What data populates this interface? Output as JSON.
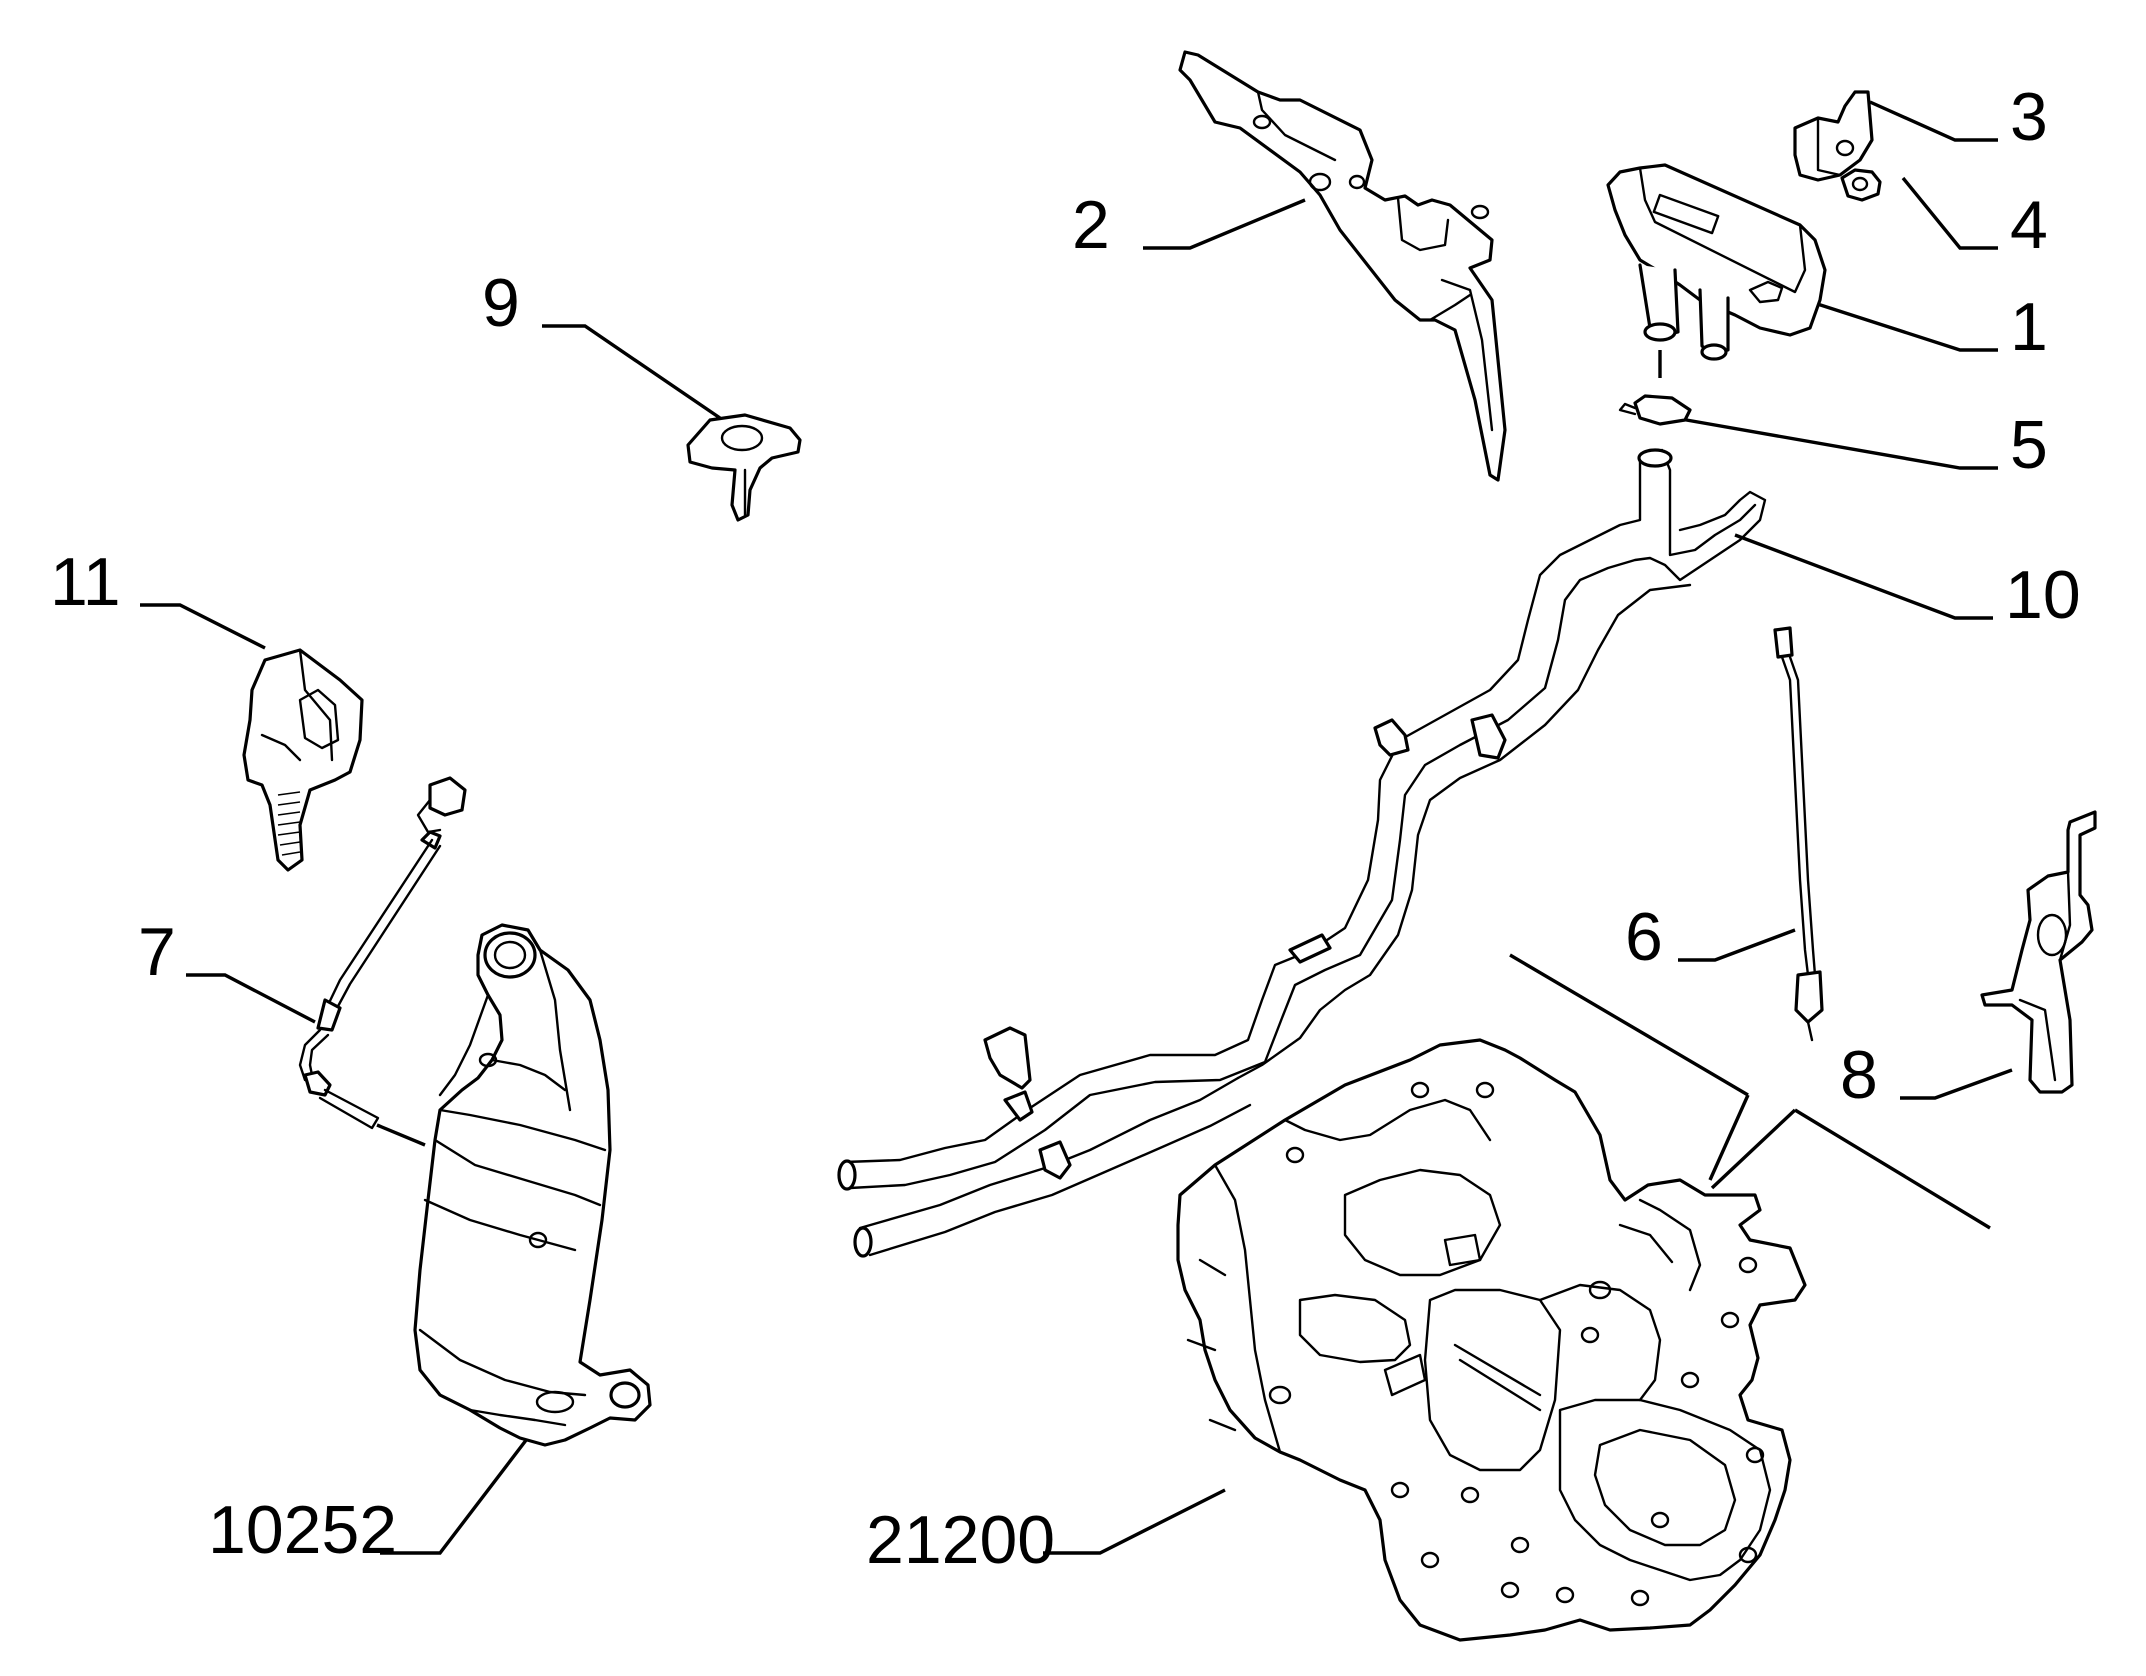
{
  "diagram": {
    "callouts": [
      {
        "id": "1",
        "text": "1"
      },
      {
        "id": "2",
        "text": "2"
      },
      {
        "id": "3",
        "text": "3"
      },
      {
        "id": "4",
        "text": "4"
      },
      {
        "id": "5",
        "text": "5"
      },
      {
        "id": "6",
        "text": "6"
      },
      {
        "id": "7",
        "text": "7"
      },
      {
        "id": "8",
        "text": "8"
      },
      {
        "id": "9",
        "text": "9"
      },
      {
        "id": "10",
        "text": "10"
      },
      {
        "id": "11",
        "text": "11"
      },
      {
        "id": "10252",
        "text": "10252"
      },
      {
        "id": "21200",
        "text": "21200"
      }
    ]
  }
}
